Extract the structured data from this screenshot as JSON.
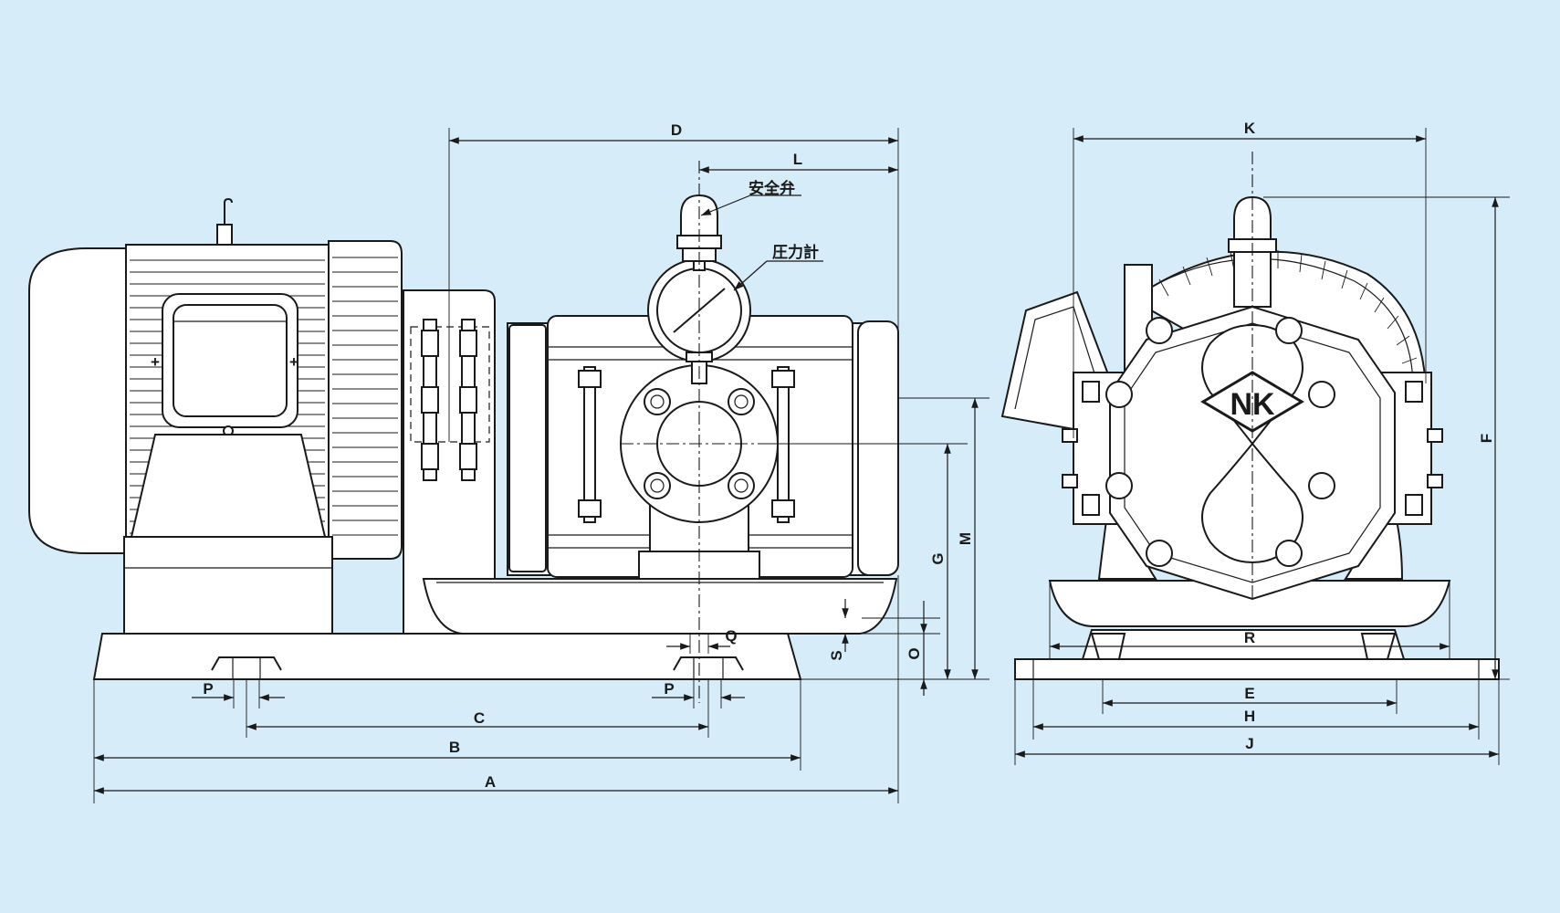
{
  "background_color": "#d6ecf8",
  "line_color": "#1a1a1a",
  "annotations": {
    "safety_valve": "安全弁",
    "pressure_gauge": "圧力計"
  },
  "logo_text": "NK",
  "dimensions": {
    "A": "A",
    "B": "B",
    "C": "C",
    "D": "D",
    "E": "E",
    "F": "F",
    "G": "G",
    "H": "H",
    "J": "J",
    "K": "K",
    "L": "L",
    "M": "M",
    "O": "O",
    "P": "P",
    "Q": "Q",
    "R": "R",
    "S": "S"
  }
}
